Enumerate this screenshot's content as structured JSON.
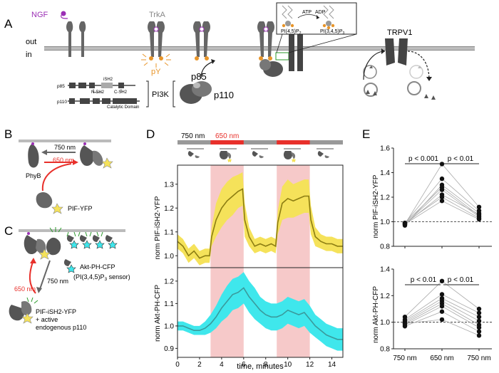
{
  "panels": {
    "A": {
      "letter": "A",
      "membrane_out": "out",
      "membrane_in": "in",
      "ngf": "NGF",
      "trka": "TrkA",
      "py": "pY",
      "atp": "ATP",
      "adp": "ADP",
      "pip2": "PI(4,5)P",
      "pip2_sub": "2",
      "pip3": "PI(3,4,5)P",
      "pip3_sub": "3",
      "trpv1": "TRPV1",
      "p85": "p85",
      "p110": "p110",
      "pi3k": "PI3K",
      "domains": {
        "p85_row": "p85",
        "p110_row": "p110",
        "ish2": "iSH2",
        "nsh2": "N-SH2",
        "csh2": "C-SH2",
        "catalytic": "Catalytic Domain"
      }
    },
    "B": {
      "letter": "B",
      "nm750": "750 nm",
      "nm650": "650 nm",
      "phyb": "PhyB",
      "pif": "PIF-YFP"
    },
    "C": {
      "letter": "C",
      "akt": "Akt-PH-CFP",
      "sensor": "(PI(3,4,5)P",
      "sensor_sub": "3",
      "sensor_end": " sensor)",
      "nm650": "650 nm",
      "nm750": "750 nm",
      "pif_line1": "PIF-iSH2-YFP",
      "pif_line2": "+ active",
      "pif_line3": "endogenous p110"
    },
    "D": {
      "letter": "D",
      "bar_750": "750 nm",
      "bar_650": "650 nm",
      "xlabel": "time, minutes",
      "top_ylabel": "norm PIF-iSH2-YFP",
      "bottom_ylabel": "norm Akt-PH-CFP"
    },
    "E": {
      "letter": "E",
      "top_ylabel": "norm PIF-iSH2-YFP",
      "bottom_ylabel": "norm Akt-PH-CFP",
      "top_p1": "p < 0.001",
      "top_p2": "p < 0.01",
      "bottom_p1": "p < 0.01",
      "bottom_p2": "p < 0.01",
      "xcats": [
        "750 nm",
        "650 nm",
        "750 nm"
      ]
    }
  },
  "colors": {
    "red": "#e8302b",
    "pink": "#f6c9c9",
    "yellow": "#f5e25a",
    "olive": "#8c7d12",
    "cyan": "#3fe7ec",
    "teal": "#3a9a9c",
    "purple": "#9b2fb5",
    "orange": "#e8952a",
    "gray": "#777777",
    "dark": "#444444"
  },
  "chart_data": [
    {
      "type": "line",
      "panel": "D-top",
      "ylabel": "norm PIF-iSH2-YFP",
      "xlim": [
        0,
        15
      ],
      "ylim": [
        0.95,
        1.38
      ],
      "yticks": [
        1.0,
        1.1,
        1.2,
        1.3
      ],
      "illumination_650nm_intervals": [
        [
          3,
          6
        ],
        [
          9,
          12
        ]
      ],
      "x": [
        0,
        0.5,
        1,
        1.5,
        2,
        2.5,
        2.9,
        3.1,
        3.5,
        4,
        4.5,
        5,
        5.5,
        5.9,
        6.1,
        6.5,
        7,
        7.5,
        8,
        8.5,
        8.9,
        9.1,
        9.5,
        10,
        10.5,
        11,
        11.5,
        11.9,
        12.1,
        12.5,
        13,
        13.5,
        14,
        14.5,
        15
      ],
      "series": [
        {
          "mean": [
            1.06,
            1.04,
            1.0,
            1.02,
            0.99,
            1.0,
            1.0,
            1.08,
            1.15,
            1.2,
            1.23,
            1.25,
            1.27,
            1.28,
            1.15,
            1.08,
            1.04,
            1.05,
            1.04,
            1.05,
            1.04,
            1.14,
            1.22,
            1.24,
            1.23,
            1.24,
            1.25,
            1.25,
            1.15,
            1.08,
            1.06,
            1.05,
            1.05,
            1.04,
            1.04
          ],
          "upper": [
            1.09,
            1.07,
            1.03,
            1.05,
            1.02,
            1.03,
            1.03,
            1.12,
            1.22,
            1.28,
            1.31,
            1.33,
            1.34,
            1.35,
            1.22,
            1.12,
            1.07,
            1.08,
            1.07,
            1.08,
            1.07,
            1.19,
            1.29,
            1.32,
            1.3,
            1.31,
            1.32,
            1.32,
            1.21,
            1.12,
            1.09,
            1.08,
            1.08,
            1.07,
            1.07
          ],
          "lower": [
            1.03,
            1.01,
            0.97,
            0.99,
            0.96,
            0.97,
            0.97,
            1.04,
            1.08,
            1.12,
            1.15,
            1.17,
            1.2,
            1.21,
            1.08,
            1.04,
            1.01,
            1.02,
            1.01,
            1.02,
            1.01,
            1.09,
            1.15,
            1.16,
            1.16,
            1.17,
            1.18,
            1.18,
            1.09,
            1.04,
            1.03,
            1.02,
            1.02,
            1.01,
            1.01
          ]
        }
      ]
    },
    {
      "type": "line",
      "panel": "D-bottom",
      "xlabel": "time, minutes",
      "ylabel": "norm Akt-PH-CFP",
      "xlim": [
        0,
        15
      ],
      "ylim": [
        0.86,
        1.26
      ],
      "xticks": [
        0,
        2,
        4,
        6,
        8,
        10,
        12,
        14
      ],
      "yticks": [
        0.9,
        1.0,
        1.1,
        1.2
      ],
      "illumination_650nm_intervals": [
        [
          3,
          6
        ],
        [
          9,
          12
        ]
      ],
      "x": [
        0,
        0.5,
        1,
        1.5,
        2,
        2.5,
        3,
        3.5,
        4,
        4.5,
        5,
        5.5,
        6,
        6.5,
        7,
        7.5,
        8,
        8.5,
        9,
        9.5,
        10,
        10.5,
        11,
        11.5,
        12,
        12.5,
        13,
        13.5,
        14,
        14.5,
        15
      ],
      "series": [
        {
          "mean": [
            1.0,
            1.0,
            0.99,
            0.98,
            0.98,
            0.99,
            1.01,
            1.04,
            1.08,
            1.11,
            1.14,
            1.15,
            1.17,
            1.13,
            1.1,
            1.07,
            1.05,
            1.04,
            1.04,
            1.05,
            1.07,
            1.06,
            1.05,
            1.06,
            1.03,
            1.0,
            0.98,
            0.96,
            0.95,
            0.94,
            0.94
          ],
          "upper": [
            1.02,
            1.02,
            1.01,
            1.0,
            1.0,
            1.02,
            1.05,
            1.09,
            1.14,
            1.18,
            1.21,
            1.22,
            1.24,
            1.2,
            1.17,
            1.13,
            1.11,
            1.1,
            1.1,
            1.11,
            1.13,
            1.12,
            1.11,
            1.12,
            1.09,
            1.05,
            1.03,
            1.01,
            1.0,
            0.99,
            0.99
          ],
          "lower": [
            0.98,
            0.98,
            0.97,
            0.96,
            0.96,
            0.96,
            0.97,
            0.99,
            1.02,
            1.04,
            1.07,
            1.08,
            1.1,
            1.06,
            1.03,
            1.01,
            0.99,
            0.98,
            0.98,
            0.99,
            1.01,
            1.0,
            0.99,
            1.0,
            0.97,
            0.95,
            0.93,
            0.91,
            0.9,
            0.89,
            0.89
          ]
        }
      ]
    },
    {
      "type": "scatter",
      "panel": "E-top",
      "ylabel": "norm PIF-iSH2-YFP",
      "categories": [
        "750 nm",
        "650 nm",
        "750 nm"
      ],
      "ylim": [
        0.8,
        1.6
      ],
      "yticks": [
        0.8,
        1.0,
        1.2,
        1.4,
        1.6
      ],
      "reference_line": 1.0,
      "cells": [
        [
          0.98,
          1.47,
          1.12
        ],
        [
          0.99,
          1.35,
          1.09
        ],
        [
          0.97,
          1.3,
          1.07
        ],
        [
          0.99,
          1.28,
          1.05
        ],
        [
          0.98,
          1.26,
          1.04
        ],
        [
          0.98,
          1.22,
          1.06
        ],
        [
          0.99,
          1.2,
          1.03
        ],
        [
          0.98,
          1.17,
          1.02
        ]
      ],
      "annotations": [
        "p < 0.001",
        "p < 0.01"
      ]
    },
    {
      "type": "scatter",
      "panel": "E-bottom",
      "ylabel": "norm Akt-PH-CFP",
      "categories": [
        "750 nm",
        "650 nm",
        "750 nm"
      ],
      "ylim": [
        0.8,
        1.4
      ],
      "yticks": [
        0.8,
        1.0,
        1.2,
        1.4
      ],
      "reference_line": 1.0,
      "cells": [
        [
          1.04,
          1.31,
          1.1
        ],
        [
          1.02,
          1.21,
          1.07
        ],
        [
          1.01,
          1.18,
          1.04
        ],
        [
          1.0,
          1.16,
          1.01
        ],
        [
          0.99,
          1.14,
          0.98
        ],
        [
          0.98,
          1.12,
          0.96
        ],
        [
          0.97,
          1.08,
          0.93
        ],
        [
          0.99,
          1.02,
          0.9
        ]
      ],
      "annotations": [
        "p < 0.01",
        "p < 0.01"
      ]
    }
  ]
}
